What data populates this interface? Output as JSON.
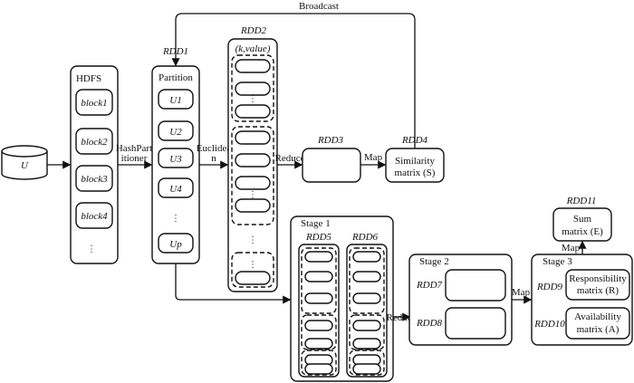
{
  "diagram": {
    "broadcast_label": "Broadcast",
    "source": {
      "label": "U"
    },
    "hdfs": {
      "title": "HDFS",
      "blocks": [
        "block1",
        "block2",
        "block3",
        "block4"
      ],
      "ellipsis": "⋮"
    },
    "edge_hash": {
      "line1": "HashPart",
      "line2": "itioner"
    },
    "rdd1": {
      "name": "RDD1",
      "title": "Partition",
      "items": [
        "U1",
        "U2",
        "U3",
        "U4",
        "Up"
      ],
      "ellipsis": "⋮"
    },
    "edge_euclid": {
      "line1": "Euclidea",
      "line2": "n"
    },
    "rdd2": {
      "name": "RDD2",
      "header": "(k,value)",
      "ellipsis": "⋮"
    },
    "edge_reduce1": "Reduce",
    "rdd3": {
      "name": "RDD3"
    },
    "edge_map1": "Map",
    "rdd4": {
      "name": "RDD4",
      "line1": "Similarity",
      "line2": "matrix (S)"
    },
    "stage1": {
      "title": "Stage 1",
      "rdd5": "RDD5",
      "rdd6": "RDD6"
    },
    "edge_reduce2": "Reduce",
    "stage2": {
      "title": "Stage 2",
      "rdd7": "RDD7",
      "rdd8": "RDD8"
    },
    "edge_map2": "Map",
    "stage3": {
      "title": "Stage 3",
      "rdd9": "RDD9",
      "r_line1": "Responsibility",
      "r_line2": "matrix (R)",
      "rdd10": "RDD10",
      "a_line1": "Availability",
      "a_line2": "matrix (A)"
    },
    "edge_map3": "Map",
    "rdd11": {
      "name": "RDD11",
      "line1": "Sum",
      "line2": "matrix (E)"
    }
  }
}
